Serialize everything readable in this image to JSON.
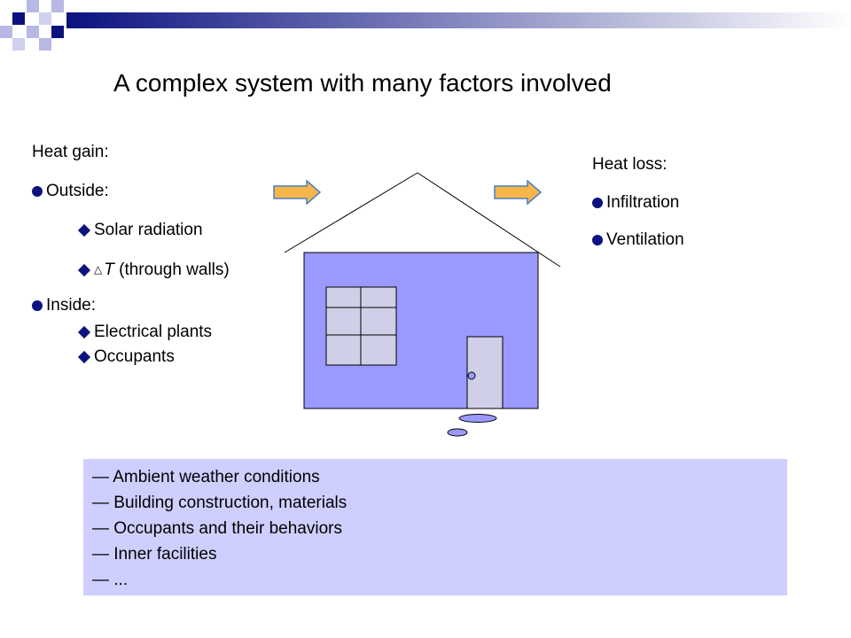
{
  "title": "A complex system with many factors involved",
  "heat_gain": {
    "heading": "Heat gain:",
    "outside": {
      "label": "Outside:",
      "items": [
        "Solar radiation",
        "T (through walls)"
      ]
    },
    "inside": {
      "label": "Inside:",
      "items": [
        "Electrical plants",
        "Occupants"
      ]
    }
  },
  "heat_loss": {
    "heading": "Heat loss:",
    "items": [
      "Infiltration",
      "Ventilation"
    ]
  },
  "factors": [
    "— Ambient weather conditions",
    "— Building construction, materials",
    "— Occupants and their behaviors",
    "— Inner facilities",
    "— ..."
  ],
  "colors": {
    "accent": "#0b1280",
    "house_wall": "#9999ff",
    "window": "#cfcfe8",
    "arrow": "#f7b64a",
    "factor_box": "#cfcfff"
  },
  "icons": {
    "bullet": "filled-circle",
    "sub_bullet": "diamond",
    "delta": "△"
  }
}
